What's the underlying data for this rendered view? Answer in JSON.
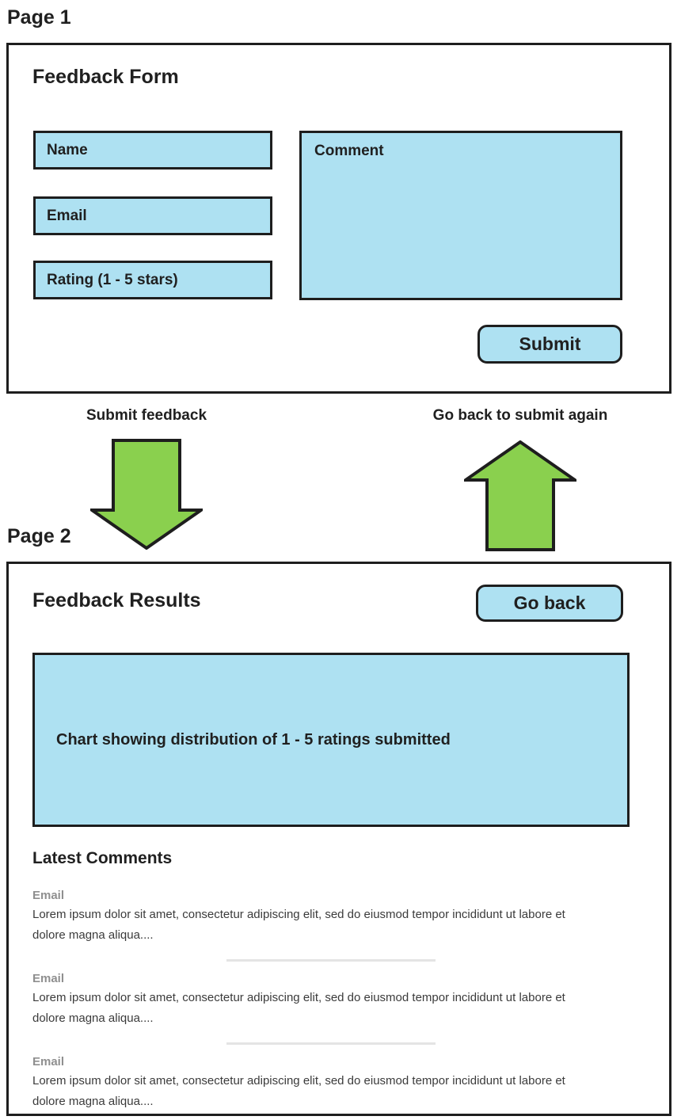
{
  "colors": {
    "field-blue": "#AEE1F2",
    "arrow-green": "#8AD04E",
    "border-dark": "#1E1E1E",
    "label-gray": "#8F8F8F",
    "divider-gray": "#E4E4E4"
  },
  "page1": {
    "section_label": "Page 1",
    "title": "Feedback Form",
    "fields": [
      {
        "label": "Name"
      },
      {
        "label": "Email"
      },
      {
        "label": "Rating (1 - 5 stars)"
      }
    ],
    "comment_label": "Comment",
    "submit_label": "Submit"
  },
  "flow": {
    "submit_caption": "Submit feedback",
    "back_caption": "Go back to submit again"
  },
  "page2": {
    "section_label": "Page 2",
    "title": "Feedback Results",
    "back_button_label": "Go back",
    "chart_placeholder": "Chart showing distribution of 1 - 5 ratings submitted",
    "comments_heading": "Latest Comments",
    "comments": [
      {
        "label": "Email",
        "text": "Lorem ipsum dolor sit amet, consectetur adipiscing elit, sed do eiusmod tempor incididunt ut labore et dolore magna aliqua...."
      },
      {
        "label": "Email",
        "text": "Lorem ipsum dolor sit amet, consectetur adipiscing elit, sed do eiusmod tempor incididunt ut labore et dolore magna aliqua...."
      },
      {
        "label": "Email",
        "text": "Lorem ipsum dolor sit amet, consectetur adipiscing elit, sed do eiusmod tempor incididunt ut labore et dolore magna aliqua...."
      }
    ]
  }
}
